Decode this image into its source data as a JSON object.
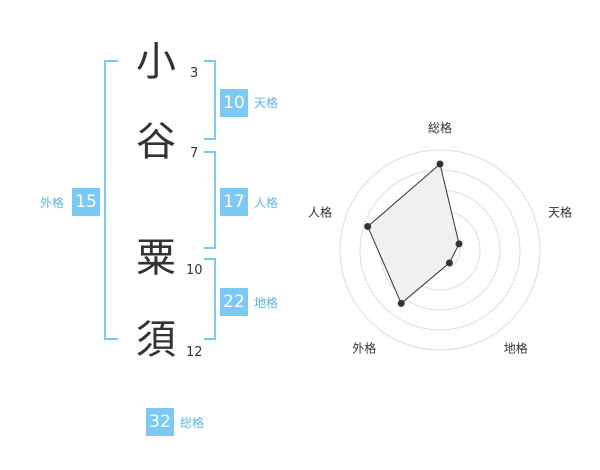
{
  "name": {
    "chars": [
      "小",
      "谷",
      "粟",
      "須"
    ],
    "strokes": [
      "3",
      "7",
      "10",
      "12"
    ]
  },
  "fortune": {
    "tenkaku": {
      "value": "10",
      "label": "天格"
    },
    "jinkaku": {
      "value": "17",
      "label": "人格"
    },
    "chikaku": {
      "value": "22",
      "label": "地格"
    },
    "gaikaku": {
      "value": "15",
      "label": "外格"
    },
    "soukaku": {
      "value": "32",
      "label": "総格"
    }
  },
  "chart_data": {
    "type": "radar",
    "axes": [
      "総格",
      "天格",
      "地格",
      "外格",
      "人格"
    ],
    "values": [
      4.3,
      1.0,
      0.8,
      3.3,
      3.8
    ],
    "range": [
      0,
      5
    ],
    "rings": 5,
    "colors": {
      "fill": "#f0f0f0",
      "line": "#333333",
      "grid": "#dddddd",
      "point": "#333333"
    }
  },
  "colors": {
    "accent": "#7ccaf3",
    "caption": "#5bb6e8"
  }
}
